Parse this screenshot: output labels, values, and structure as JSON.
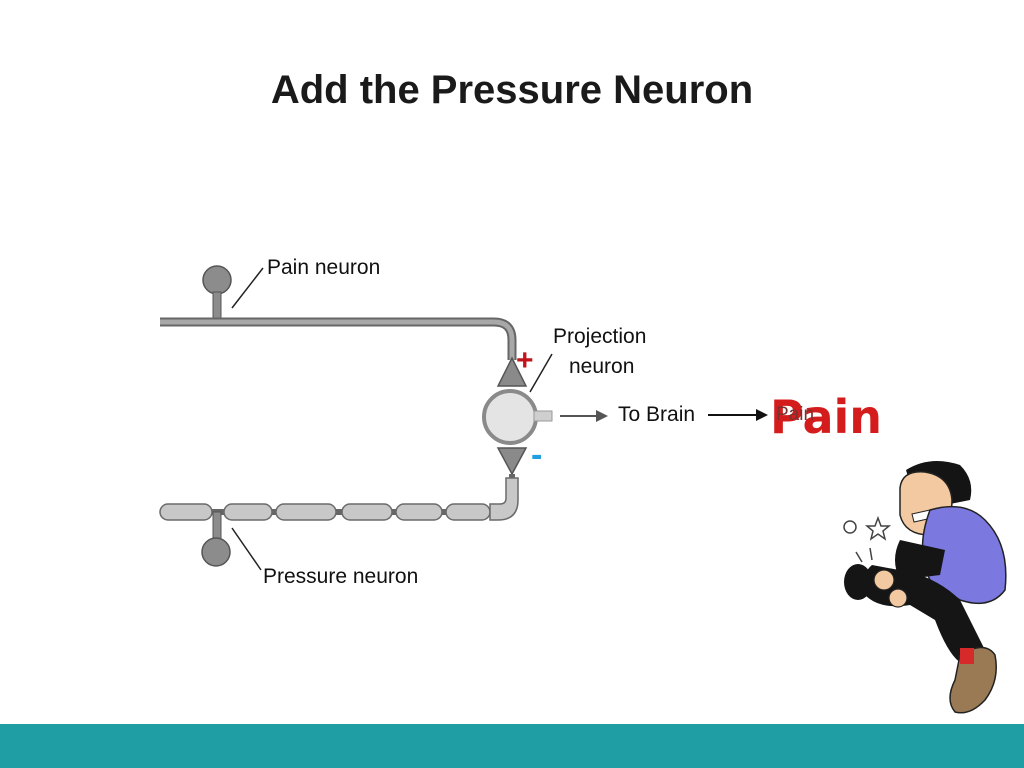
{
  "slide": {
    "title": "Add the Pressure Neuron"
  },
  "diagram": {
    "pain_neuron_label": "Pain neuron",
    "pressure_neuron_label": "Pressure neuron",
    "projection_neuron_label_line1": "Projection",
    "projection_neuron_label_line2": "neuron",
    "to_brain_label": "To Brain",
    "excitatory_sign": "+",
    "inhibitory_sign": "-",
    "output_label": "Pain",
    "output_label_overlap": "Pain"
  },
  "colors": {
    "title": "#1a1a1a",
    "plus_sign": "#c0141b",
    "minus_sign": "#1e9fe0",
    "pain_text": "#d41c1c",
    "footer": "#1f9ea3",
    "neuron_gray": "#8a8a8a"
  },
  "icons": {
    "cartoon": "man-holding-hurt-foot-cartoon"
  }
}
